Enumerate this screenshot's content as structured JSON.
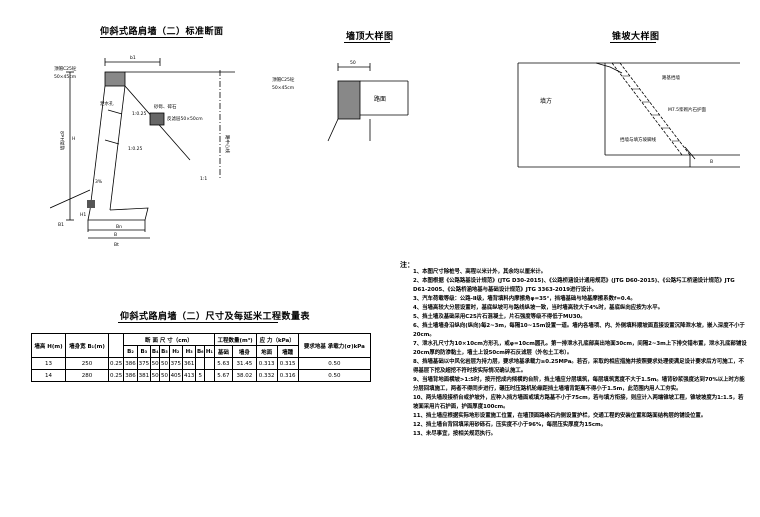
{
  "drawing1": {
    "title": "仰斜式路肩墙（二）标准断面",
    "labels": {
      "cap": "顶帽C25砼",
      "cap_size": "50×45cm",
      "b1": "b1",
      "drain": "泄水孔",
      "gravel": "砂砾、碎石",
      "gravel2": "反滤层50×50cm",
      "slope1": "1:0.25",
      "slope2": "1:0.25",
      "h": "H",
      "h1": "H1",
      "bn": "Bn",
      "b1_bottom": "B1",
      "b": "B",
      "bt": "Bt",
      "height_note": "墙高H≤8",
      "center": "路中心线",
      "small1": "1:1",
      "small2": "3%"
    }
  },
  "drawing2": {
    "title": "墙顶大样图",
    "labels": {
      "cap": "顶帽C25砼",
      "cap_size": "50×45cm",
      "road": "路面",
      "w": "50"
    }
  },
  "drawing3": {
    "title": "锥坡大样图",
    "labels": {
      "road_wall": "路基挡墙",
      "fill": "填方",
      "slope": "M7.5浆砌片石护面",
      "bottom": "挡墙与填方坡脚线",
      "b": "B"
    }
  },
  "table": {
    "title": "仰斜式路肩墙（二）尺寸及每延米工程数量表",
    "headers": {
      "h": "墙高 H(m)",
      "top": "墙身宽 B₁(m)",
      "dims": "断 面 尺 寸（cm）",
      "volume": "工程数量(m³)",
      "stress": "应 力（kPa）",
      "bearing": "要求地基 承载力(σ)kPa"
    },
    "subheaders": [
      "B₂",
      "B₃",
      "B₄",
      "B₅",
      "H₂",
      "H₃",
      "B₆",
      "H₁",
      "基础",
      "墙身",
      "地面",
      "墙踵"
    ],
    "rows": [
      [
        "13",
        "250",
        "0.25",
        "386",
        "375",
        "50",
        "50",
        "375",
        "361",
        "5.63",
        "31.45",
        "0.313",
        "0.315",
        "0.50"
      ],
      [
        "14",
        "280",
        "0.25",
        "386",
        "381",
        "50",
        "50",
        "405",
        "413",
        "5",
        "5.67",
        "38.02",
        "0.332",
        "0.316",
        "0.50"
      ]
    ]
  },
  "notes": {
    "label": "注：",
    "items": [
      "1、本图尺寸除桩号、高程以米计外，其余均以厘米计。",
      "2、本图根据《公路路基设计规范》(JTG D30-2015)、《公路桥涵设计通用规范》(JTG D60-2015)、《公路圬工桥涵设计规范》JTG D61-2005、《公路桥涵地基与基础设计规范》JTG 3363-2019进行设计。",
      "3、汽车荷载等级：公路-Ⅱ级，墙背填料内摩擦角φ=35°，挡墙基础与地基摩擦系数f=0.4。",
      "4、当墙高较大分层设置时，基底纵坡可与路线纵坡一致，当时墙高较大于4%时，基底纵向应按为水平。",
      "5、挡土墙及基础采用C25片石混凝土，片石强度等级不得低于MU30。",
      "6、挡土墙墙身沿纵向(纵向)每2~3m，每隔10~15m设置一道。墙内各墙项、内、外侧填料顺坡面直接设置沉降泄水坡，嵌入深度不小于20cm。",
      "7、泄水孔尺寸为10×10cm方形孔，或φ=10cm圆孔。第一排泄水孔底部高出地面30cm，间隔2~3m上下排交错布置，泄水孔底部铺设20cm厚的防渗黏土，墙土上设50cm碎石反滤层（外包土工布）。",
      "8、挡墙基础以中风化岩层为持力层，要求地基承载力≥0.25MPa。若否，采取的相应措施并按照要求处理使满足设计要求后方可施工，不得基层下挖及超挖不符时按实际情况确认施工。",
      "9、当墙背地面横坡>1:5时，按开挖成内倾横的台阶，挡土墙应分层填筑，每层填筑宽度不大于1.5m。墙背砂浆强度达到70%以上时方能分层回填施工，两者不得同步进行，碾压时压路机轮缘距挡土墙墙背距离不得小于1.5m，此范围内用人工夯实。",
      "10、两头墙段接桥台或护坡外，应种入挡方墙面或填方路基不小于75cm，若与填方衔接，则应计入两端锥坡工程，锥坡坡度为1:1.5，若坡面采用片石护面，护面厚度100cm。",
      "11、挡土墙应根据实际地形设置施工位置，在墙顶面路缘石内侧设置护栏，交通工程的安装位置和路面结构层的铺设位置。",
      "12、挡土墙台背回填采用砂砾石，压实度不小于96%，每层压实厚度为15cm。",
      "13、未尽事宜，按相关规范执行。"
    ]
  }
}
